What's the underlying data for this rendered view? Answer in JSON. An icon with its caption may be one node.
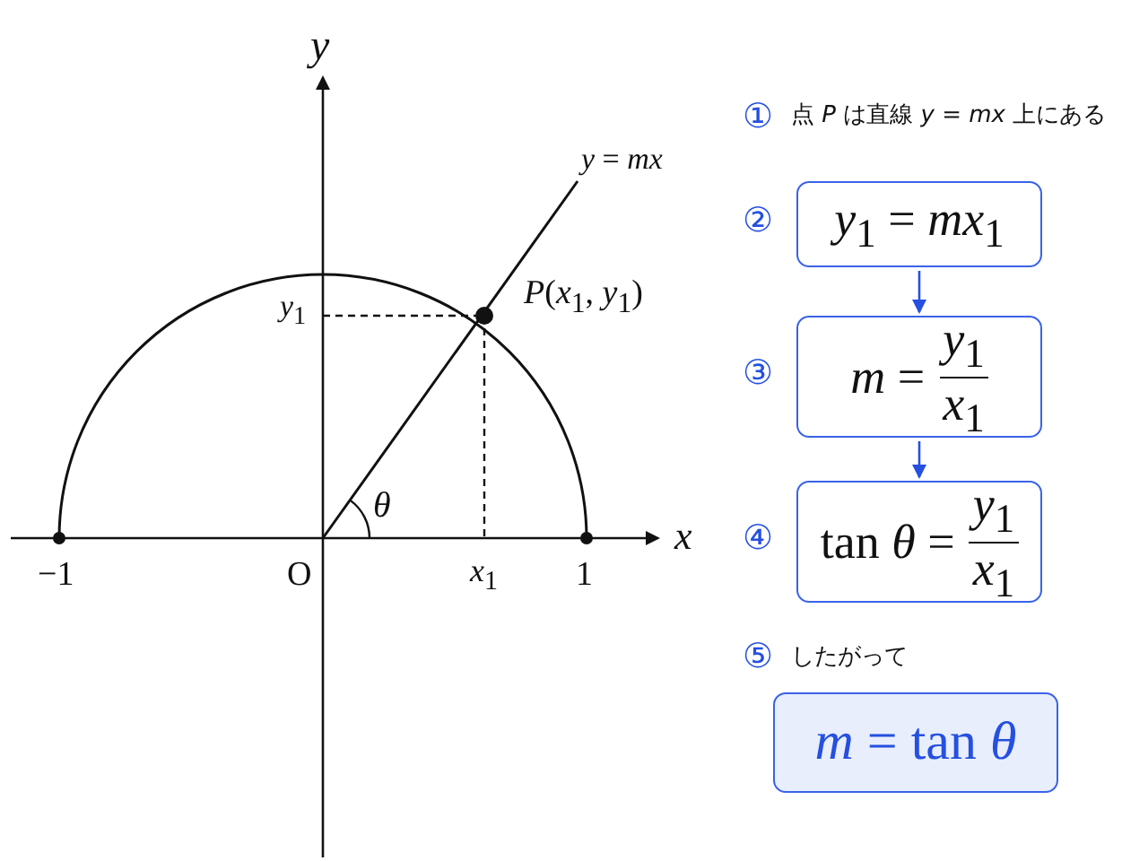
{
  "diagram": {
    "nodes": [
      {
        "text": [
          "*y*$_{1}$ = *mx*$_{1}$"
        ],
        "beside": [
          "②"
        ]
      },
      {
        "text": [
          "*m* =",
          "*y*$_{1}$",
          "*x*$_{1}$"
        ],
        "beside": [
          "③"
        ]
      },
      {
        "text": [
          "tan *θ* =",
          "*y*$_{1}$",
          "*x*$_{1}$"
        ],
        "beside": [
          "④"
        ]
      },
      {
        "text": [
          "*m* = tan *θ*"
        ]
      }
    ],
    "edges": [
      {
        "from": 0,
        "to": 1,
        "arrow": "to"
      },
      {
        "from": 1,
        "to": 2,
        "arrow": "to"
      }
    ],
    "labels": [
      "y",
      "*y* = *mx*",
      "*y*$_{1}$",
      "*P*(*x*$_{1}$, *y*$_{1}$)",
      "θ",
      "−1",
      "O",
      "*x*$_{1}$",
      "1",
      "x",
      "①",
      "点 *P* は直線 *y* = *mx* 上にある",
      "⑤",
      "したがって"
    ]
  }
}
